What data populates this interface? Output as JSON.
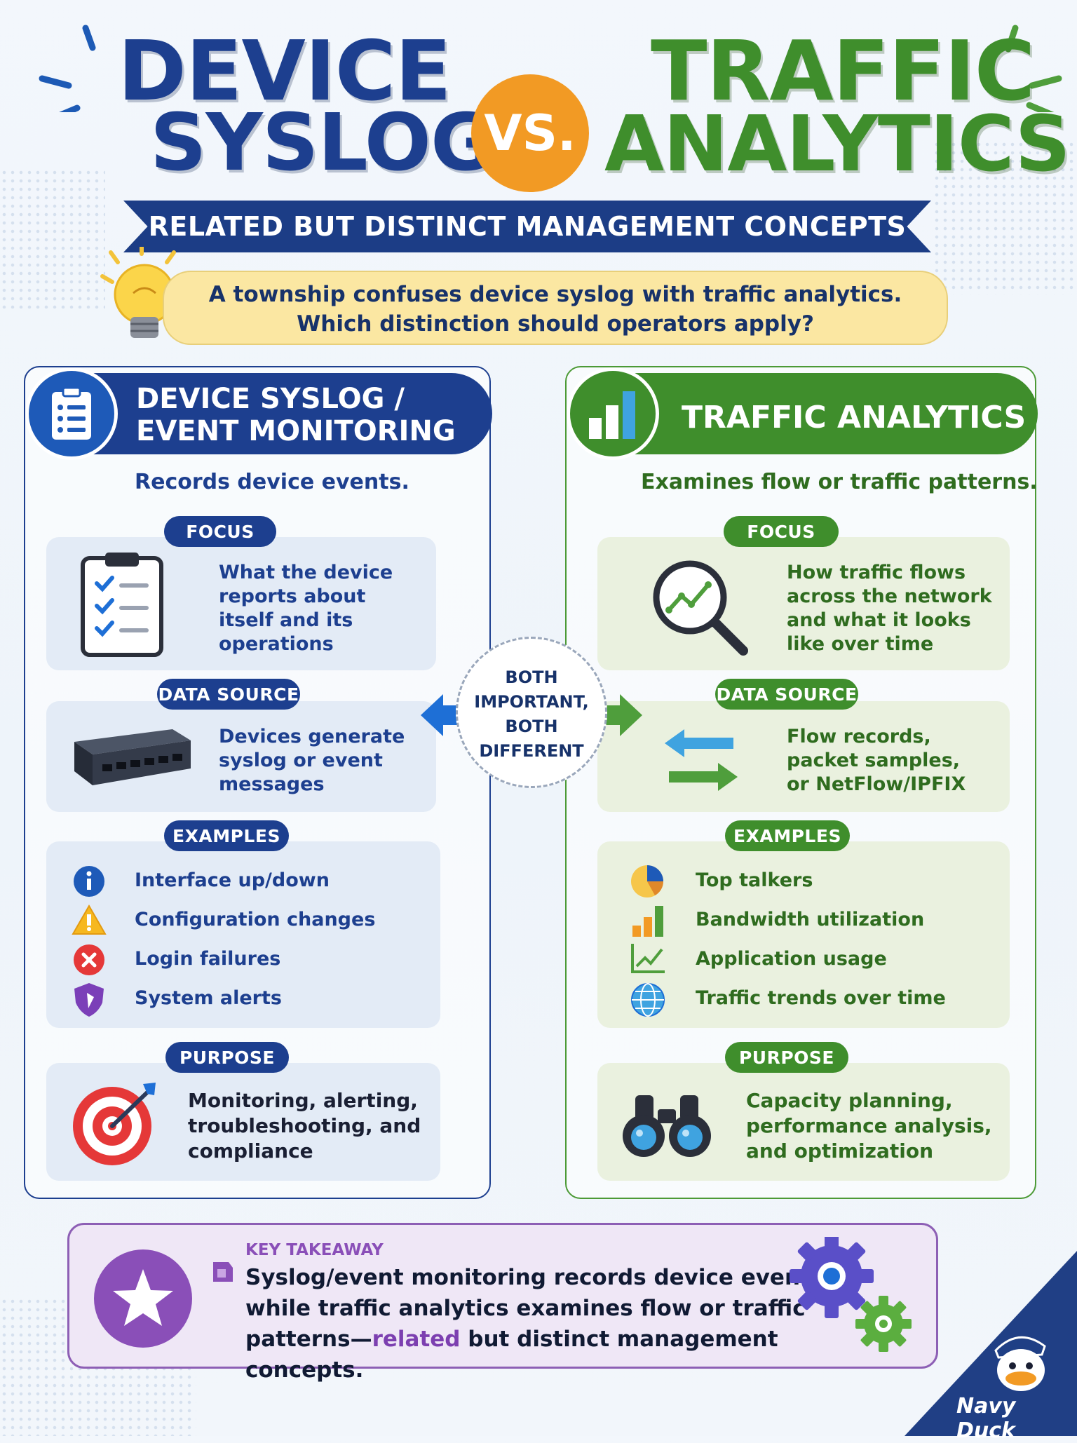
{
  "title": {
    "left_line1": "DEVICE",
    "left_line2": "SYSLOG",
    "vs": "VS.",
    "right_line1": "TRAFFIC",
    "right_line2": "ANALYTICS"
  },
  "banner": "RELATED BUT DISTINCT MANAGEMENT CONCEPTS",
  "question": {
    "line1": "A township confuses device syslog with traffic analytics.",
    "line2": "Which distinction should operators apply?"
  },
  "colors": {
    "navy": "#1d3f8f",
    "green": "#3f8e2c",
    "orange": "#f29a24",
    "purple": "#8a4fb8"
  },
  "left": {
    "header_line1": "DEVICE SYSLOG /",
    "header_line2": "EVENT MONITORING",
    "subtitle": "Records device events.",
    "focus": {
      "label": "FOCUS",
      "lines": [
        "What the device",
        "reports about",
        "itself and its",
        "operations"
      ],
      "icon": "clipboard-checklist-icon"
    },
    "data_source": {
      "label": "DATA SOURCE",
      "lines": [
        "Devices generate",
        "syslog or event",
        "messages"
      ],
      "icon": "network-switch-icon"
    },
    "examples": {
      "label": "EXAMPLES",
      "items": [
        {
          "text": "Interface up/down",
          "icon": "info-icon"
        },
        {
          "text": "Configuration changes",
          "icon": "warning-icon"
        },
        {
          "text": "Login failures",
          "icon": "error-x-icon"
        },
        {
          "text": "System alerts",
          "icon": "shield-alert-icon"
        }
      ]
    },
    "purpose": {
      "label": "PURPOSE",
      "lines": [
        "Monitoring, alerting,",
        "troubleshooting, and",
        "compliance"
      ],
      "icon": "target-icon"
    }
  },
  "right": {
    "header": "TRAFFIC ANALYTICS",
    "subtitle": "Examines flow or traffic patterns.",
    "focus": {
      "label": "FOCUS",
      "lines": [
        "How traffic flows",
        "across the network",
        "and what it looks",
        "like over time"
      ],
      "icon": "magnifier-chart-icon"
    },
    "data_source": {
      "label": "DATA SOURCE",
      "lines": [
        "Flow records,",
        "packet samples,",
        "or NetFlow/IPFIX"
      ],
      "icon": "flow-arrows-icon"
    },
    "examples": {
      "label": "EXAMPLES",
      "items": [
        {
          "text": "Top talkers",
          "icon": "pie-chart-icon"
        },
        {
          "text": "Bandwidth utilization",
          "icon": "bar-chart-icon"
        },
        {
          "text": "Application usage",
          "icon": "line-chart-icon"
        },
        {
          "text": "Traffic trends over time",
          "icon": "globe-icon"
        }
      ]
    },
    "purpose": {
      "label": "PURPOSE",
      "lines": [
        "Capacity planning,",
        "performance analysis,",
        "and optimization"
      ],
      "icon": "binoculars-icon"
    }
  },
  "center": {
    "lines": [
      "BOTH",
      "IMPORTANT,",
      "BOTH",
      "DIFFERENT"
    ]
  },
  "takeaway": {
    "label": "KEY TAKEAWAY",
    "line1": "Syslog/event monitoring records device events,",
    "line2": "while traffic analytics examines flow or traffic",
    "line3_pre": "patterns—",
    "line3_hl": "related",
    "line3_post": " but distinct management concepts."
  },
  "brand": "Navy Duck"
}
